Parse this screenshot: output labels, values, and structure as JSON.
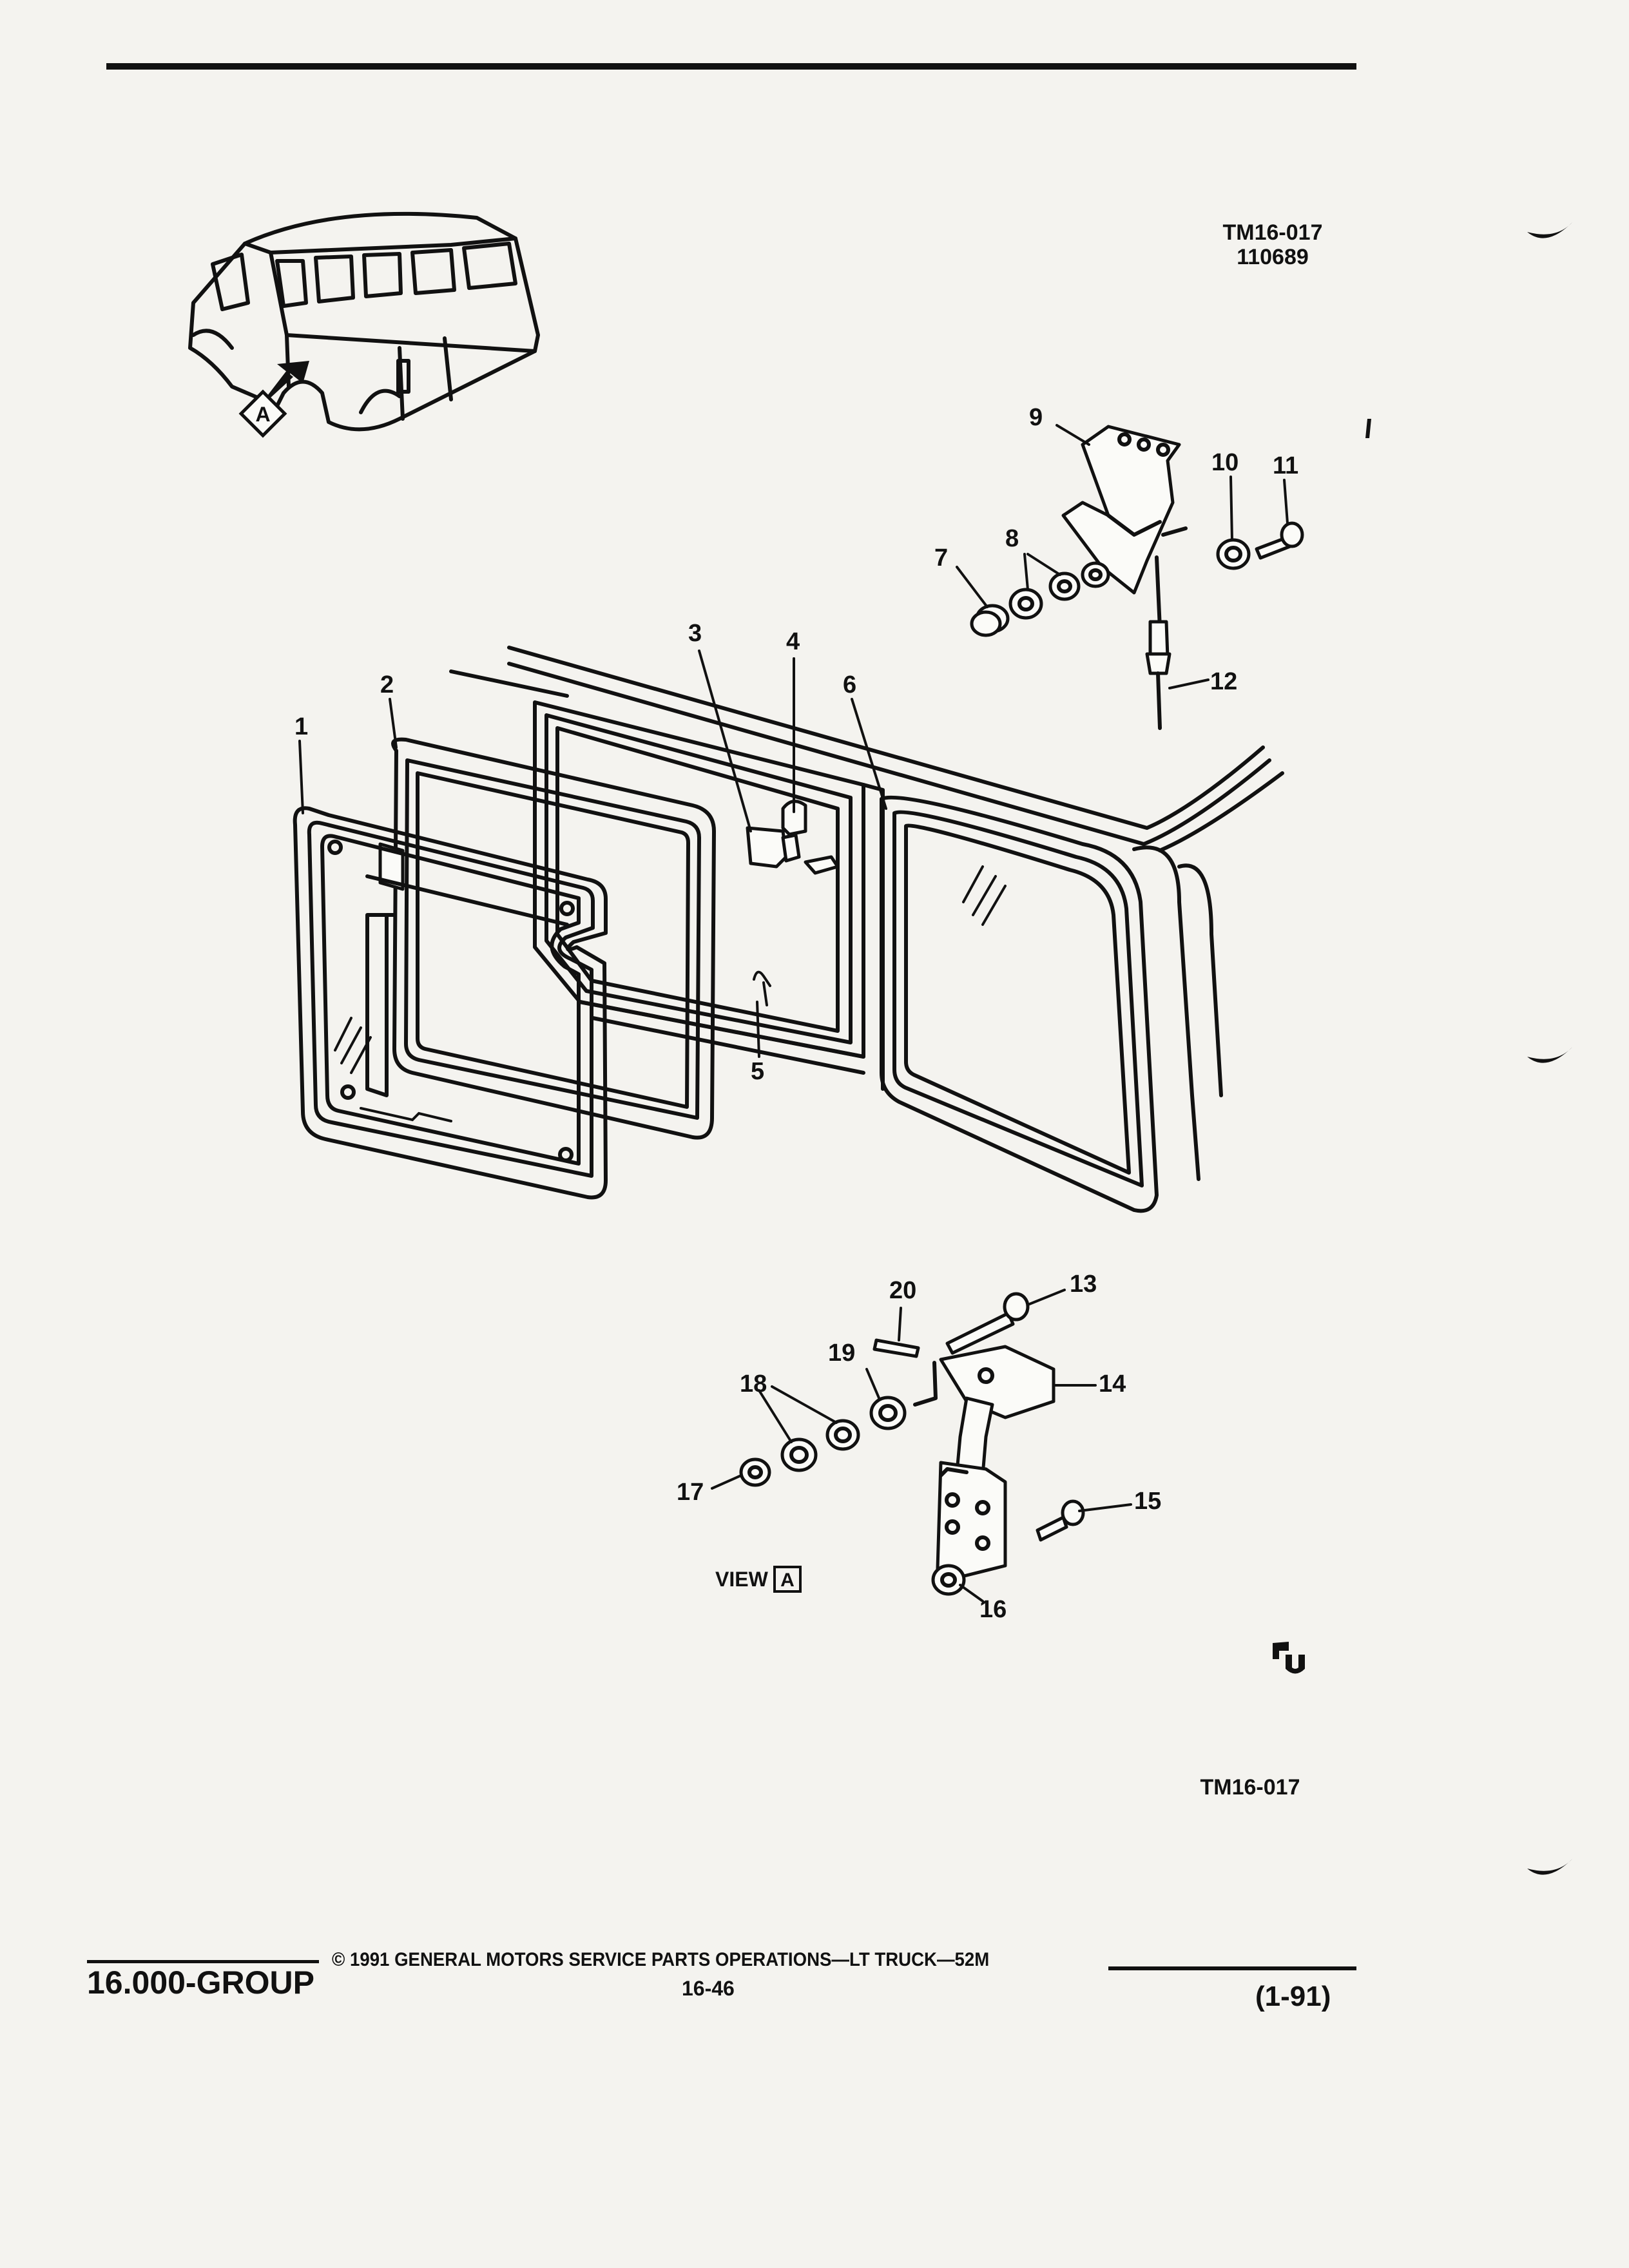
{
  "header": {
    "figure_code": "TM16-017",
    "figure_date": "110689"
  },
  "callouts": [
    "1",
    "2",
    "3",
    "4",
    "5",
    "6",
    "7",
    "8",
    "9",
    "10",
    "11",
    "12",
    "13",
    "14",
    "15",
    "16",
    "17",
    "18",
    "19",
    "20"
  ],
  "view_label": {
    "text": "VIEW",
    "tag": "A"
  },
  "vehicle_tag": "A",
  "footer": {
    "group_label": "16.000-GROUP",
    "copyright": "© 1991 GENERAL MOTORS SERVICE PARTS OPERATIONS—LT TRUCK—52M",
    "page_number": "16-46",
    "revision": "(1-91)",
    "figure_code_bottom": "TM16-017"
  }
}
